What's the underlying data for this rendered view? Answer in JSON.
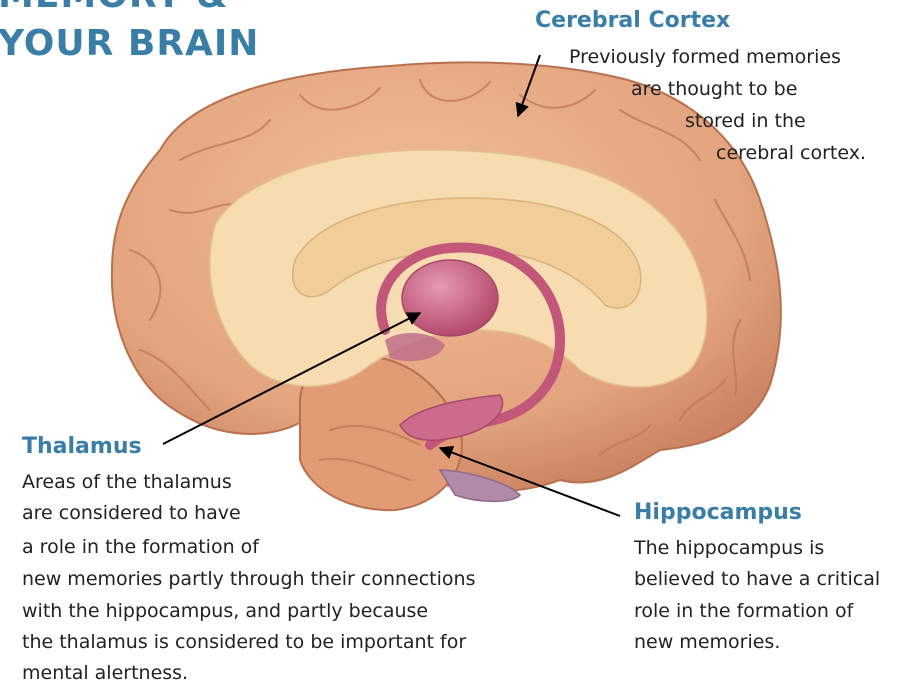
{
  "title": {
    "line1": "MEMORY &",
    "line2": "YOUR BRAIN"
  },
  "labels": {
    "cortex": {
      "heading": "Cerebral Cortex",
      "lines": [
        "Previously formed memories",
        "are thought to be",
        "stored in the",
        "cerebral cortex."
      ]
    },
    "thalamus": {
      "heading": "Thalamus",
      "lines": [
        "Areas of the thalamus",
        "are considered to have",
        "a role in the formation of",
        "new memories partly through their connections",
        "with the hippocampus, and partly because",
        "the thalamus is considered to be important for",
        "mental alertness."
      ]
    },
    "hippocampus": {
      "heading": "Hippocampus",
      "lines": [
        "The hippocampus is",
        "believed to have a critical",
        "role in the formation of",
        "new memories."
      ]
    }
  },
  "colors": {
    "heading": "#3a7ea8",
    "cortex_fill": "#e3a47f",
    "cortex_stroke": "#b8714f",
    "medial": "#f6dcb0",
    "structures": "#c2577a"
  }
}
